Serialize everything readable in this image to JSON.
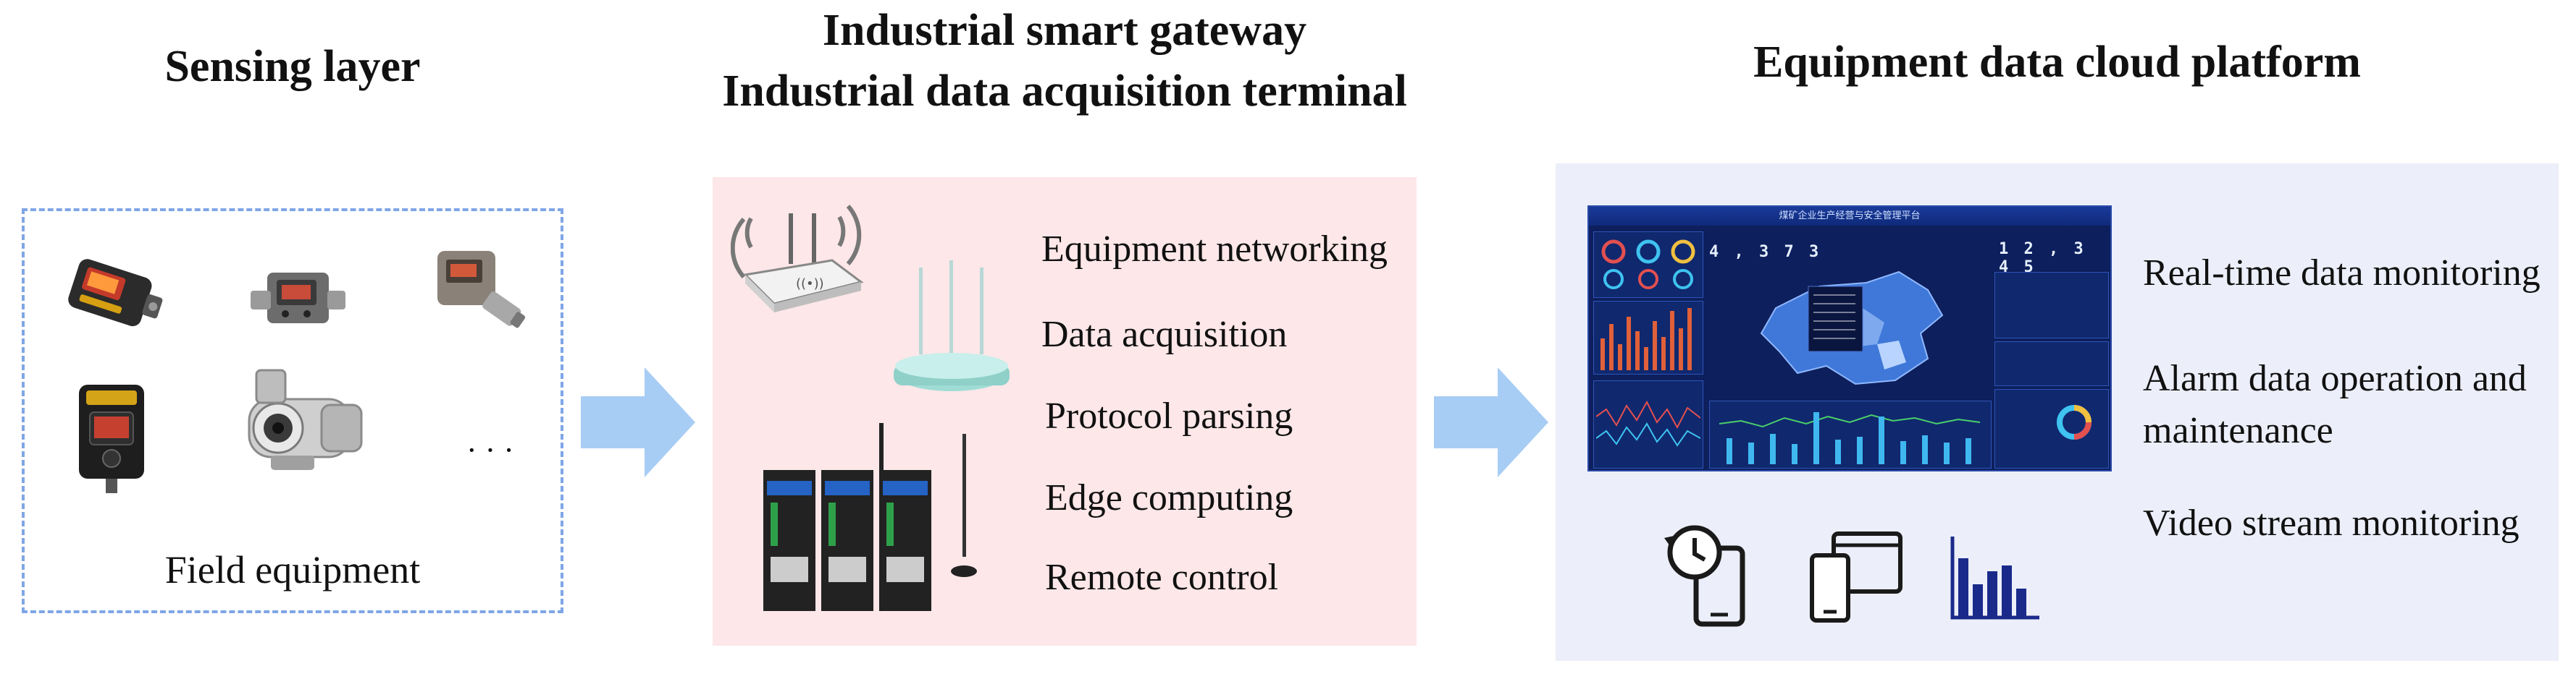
{
  "headings": {
    "sensing": "Sensing layer",
    "gateway_line1": "Industrial smart gateway",
    "gateway_line2": "Industrial data acquisition terminal",
    "cloud": "Equipment data cloud platform"
  },
  "sensing": {
    "caption": "Field equipment",
    "more": "· · ·"
  },
  "gateway": {
    "functions": [
      "Equipment networking",
      "Data acquisition",
      "Protocol parsing",
      "Edge computing",
      "Remote control"
    ]
  },
  "cloud": {
    "functions": [
      "Real-time data monitoring",
      "Alarm data operation and",
      "maintenance",
      "Video stream monitoring"
    ],
    "dashboard": {
      "title": "煤矿企业生产经营与安全管理平台",
      "big_number_left": "4 , 3 7 3",
      "big_number_right": "1 2 , 3 4 5"
    }
  },
  "colors": {
    "arrow": "#a8cdf5",
    "sensing_border": "#7fa6e6",
    "gateway_bg": "#fde7e8",
    "cloud_bg": "#eceef9",
    "icon_blue": "#1a2a8a"
  },
  "icons": [
    "history-phone-icon",
    "multi-device-icon",
    "bar-chart-icon",
    "wifi-router-icon",
    "router-icon",
    "industrial-gateway-icon"
  ]
}
